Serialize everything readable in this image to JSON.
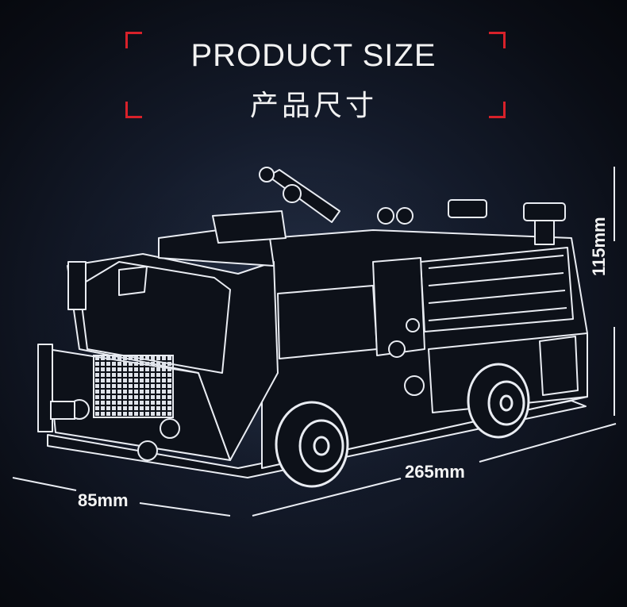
{
  "header": {
    "title_en": "PRODUCT SIZE",
    "title_cn": "产品尺寸"
  },
  "dimensions": {
    "width": "85mm",
    "length": "265mm",
    "height": "115mm"
  },
  "colors": {
    "accent": "#d8212a",
    "background": "#0b0f18",
    "text": "#f2f2f2"
  },
  "image": {
    "subject": "fire-truck-brick-model-icon"
  }
}
